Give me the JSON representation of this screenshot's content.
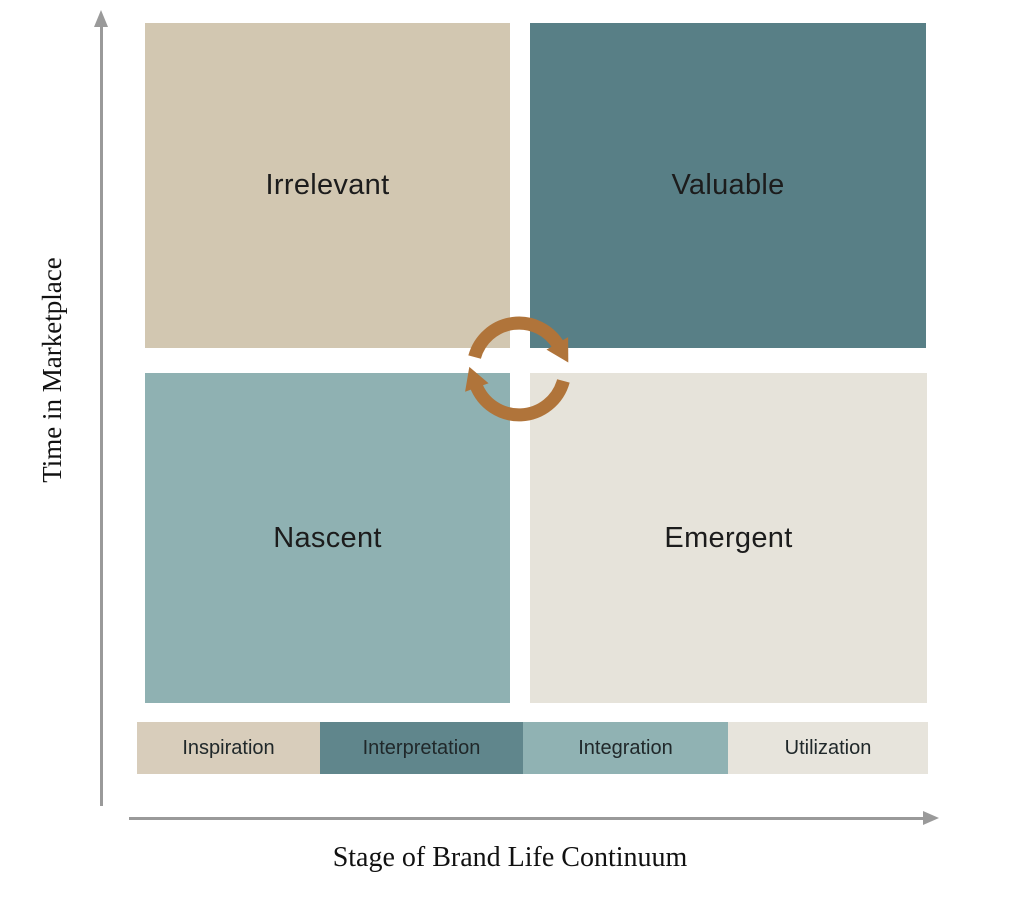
{
  "diagram": {
    "title": "Brand Life Continuum quadrant matrix",
    "y_axis_label": "Time in Marketplace",
    "x_axis_label": "Stage of Brand Life Continuum",
    "axis_color": "#9a9a9a",
    "text_color": "#1c1c1c"
  },
  "quadrants": {
    "top_left": {
      "label": "Irrelevant",
      "color": "#d2c7b1"
    },
    "top_right": {
      "label": "Valuable",
      "color": "#587f86"
    },
    "bottom_left": {
      "label": "Nascent",
      "color": "#8fb1b2"
    },
    "bottom_right": {
      "label": "Emergent",
      "color": "#e6e3da"
    }
  },
  "center_icon": {
    "name": "cycle-arrows-icon",
    "color": "#b0743a"
  },
  "legend": {
    "items": [
      {
        "label": "Inspiration",
        "color": "#d8cdbb"
      },
      {
        "label": "Interpretation",
        "color": "#60868c"
      },
      {
        "label": "Integration",
        "color": "#90b2b3"
      },
      {
        "label": "Utilization",
        "color": "#e7e4dc"
      }
    ]
  }
}
